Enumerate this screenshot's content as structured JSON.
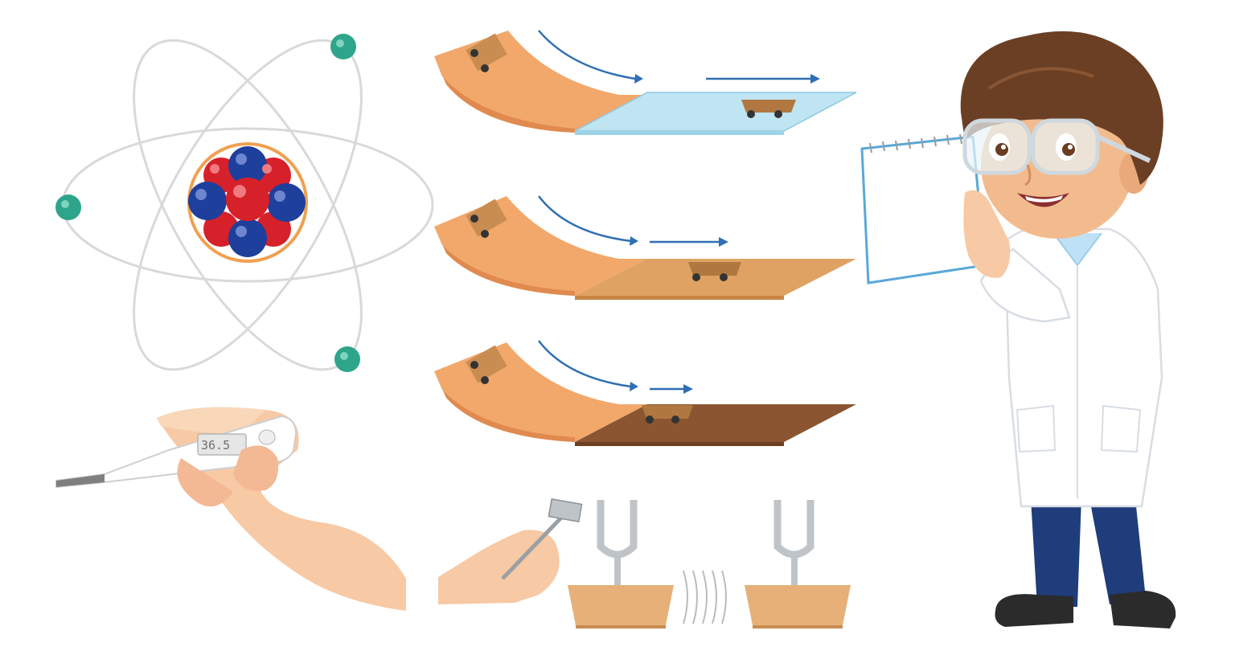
{
  "thermometer": {
    "reading": "36.5"
  },
  "colors": {
    "orbit": "#d9d9d9",
    "electron": "#2ea58a",
    "proton": "#d6202a",
    "neutron": "#1e3f9b",
    "nucleus_ring": "#f0a050",
    "ramp": "#f2a86b",
    "glass_surface": "#bfe4f2",
    "wood_surface": "#e0a262",
    "rough_surface": "#8a5530",
    "arrow": "#2f6fb3",
    "skin": "#f7c9a4",
    "lab_coat": "#ffffff",
    "hair": "#6b3f24",
    "trousers": "#1f3d7a",
    "tuning_fork": "#bfc4c8",
    "wood_block": "#e7b078"
  },
  "scenes": [
    "atom-model",
    "car-ramp-glass",
    "car-ramp-wood",
    "car-ramp-rough",
    "digital-thermometer",
    "tuning-forks",
    "scientist-boy"
  ]
}
